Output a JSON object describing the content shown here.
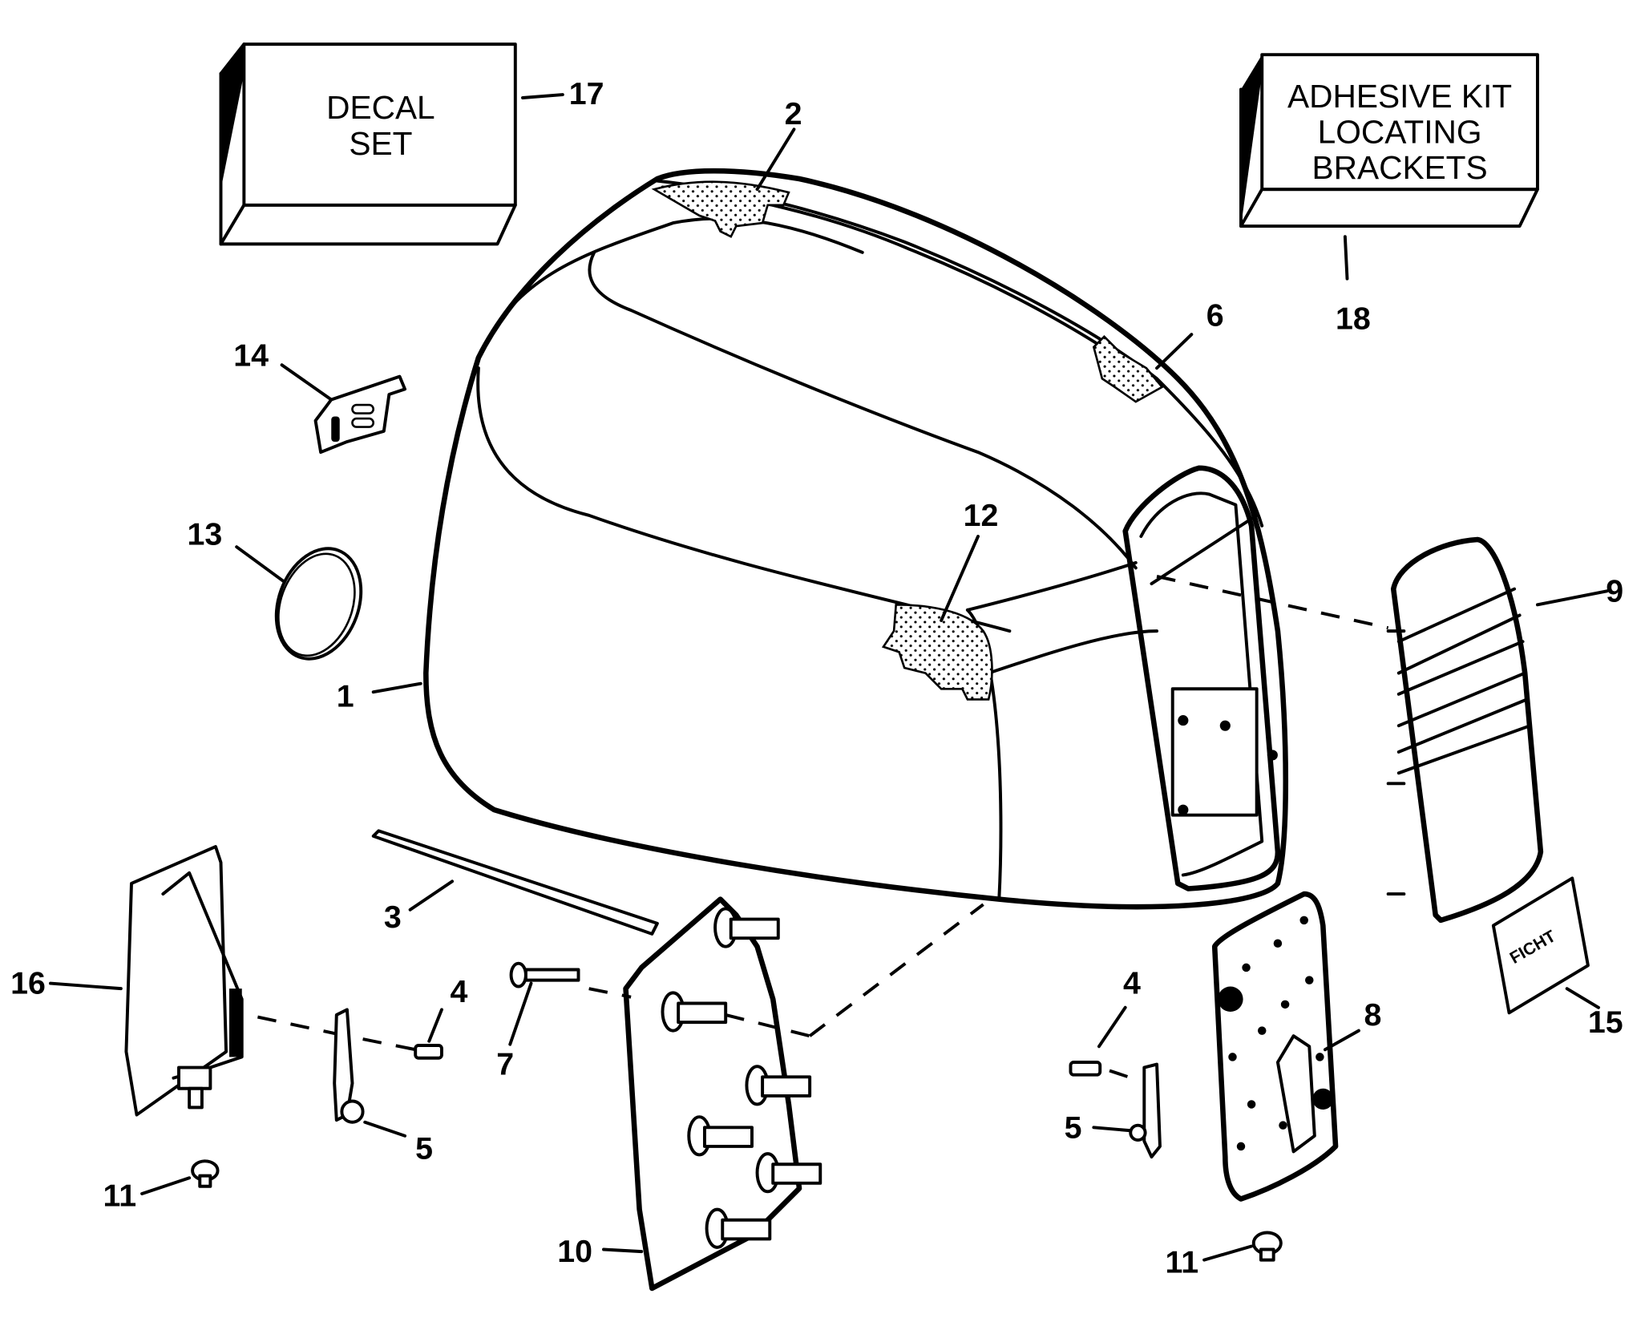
{
  "diagram": {
    "type": "exploded parts diagram",
    "boxes": {
      "decal_set": {
        "lines": [
          "DECAL",
          "SET"
        ],
        "callout": "17"
      },
      "adhesive_kit": {
        "lines": [
          "ADHESIVE KIT",
          "LOCATING",
          "BRACKETS"
        ],
        "callout": "18"
      }
    },
    "callouts": {
      "c1": "1",
      "c2": "2",
      "c3": "3",
      "c4a": "4",
      "c4b": "4",
      "c5a": "5",
      "c5b": "5",
      "c6": "6",
      "c7": "7",
      "c8": "8",
      "c9": "9",
      "c10": "10",
      "c11a": "11",
      "c11b": "11",
      "c12": "12",
      "c13": "13",
      "c14": "14",
      "c15": "15",
      "c16": "16"
    },
    "decal_logo": "FICHT"
  }
}
